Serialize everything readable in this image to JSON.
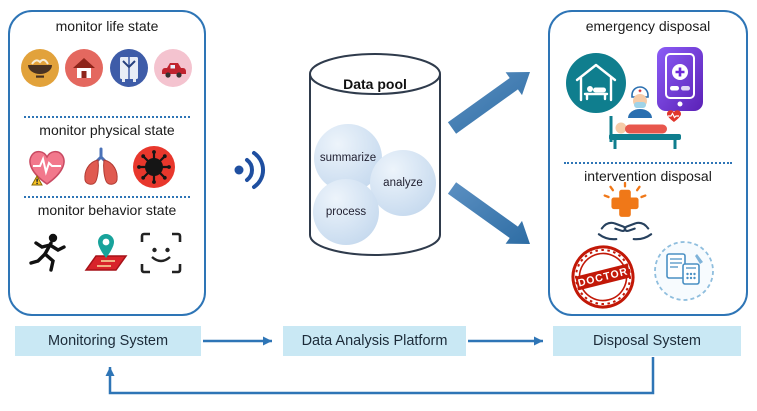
{
  "monitoring_panel": {
    "sections": [
      {
        "title": "monitor life state",
        "icons": [
          "bowl-icon",
          "house-icon",
          "wardrobe-icon",
          "car-icon"
        ]
      },
      {
        "title": "monitor physical state",
        "icons": [
          "heart-ecg-icon",
          "lungs-icon",
          "virus-icon"
        ]
      },
      {
        "title": "monitor behavior state",
        "icons": [
          "running-icon",
          "location-map-icon",
          "face-scan-icon"
        ]
      }
    ]
  },
  "transmission": {
    "icon": "wifi-signal-icon"
  },
  "data_pool": {
    "title": "Data pool",
    "processes": [
      "summarize",
      "analyze",
      "process"
    ]
  },
  "disposal_panel": {
    "sections": [
      {
        "title": "emergency disposal",
        "icons": [
          "home-care-icon",
          "medical-app-icon",
          "nurse-icon",
          "patient-bed-icon"
        ]
      },
      {
        "title": "intervention disposal",
        "icons": [
          "medical-cross-hands-icon",
          "doctor-stamp-icon",
          "prescription-calc-icon"
        ]
      }
    ],
    "stamp_text": "DOCTOR"
  },
  "flow": {
    "boxes": [
      "Monitoring System",
      "Data Analysis Platform",
      "Disposal System"
    ]
  },
  "colors": {
    "panel_border": "#2E75B6",
    "flow_box_fill": "#C9E8F4",
    "arrow_blue": "#2E75B6",
    "block_arrow_fill": "#3D7AB8",
    "wifi_blue": "#1F4FA0"
  }
}
